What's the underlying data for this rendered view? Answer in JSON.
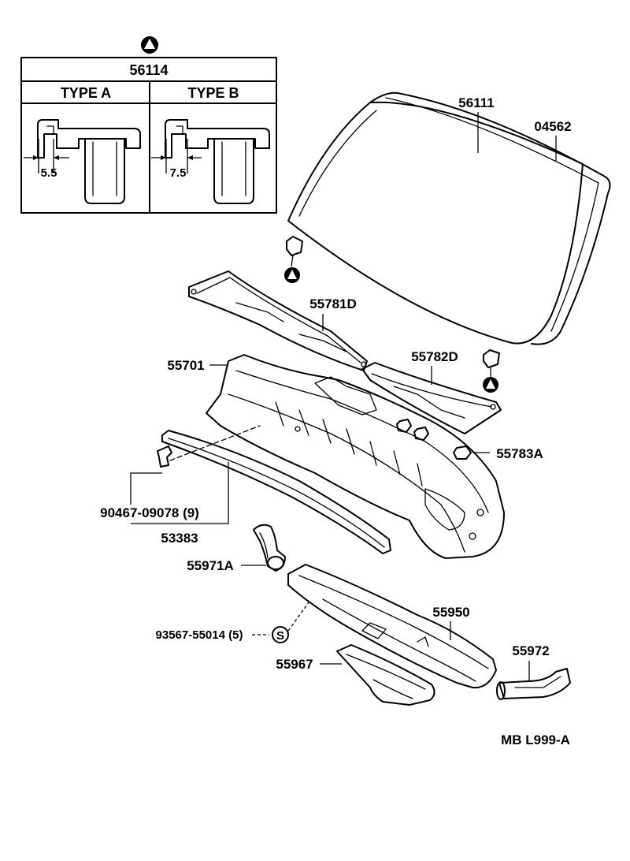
{
  "detail_box": {
    "part_no": "56114",
    "type_a": {
      "label": "TYPE  A",
      "dim": "5.5"
    },
    "type_b": {
      "label": "TYPE  B",
      "dim": "7.5"
    }
  },
  "labels": {
    "p56111": "56111",
    "p04562": "04562",
    "p55781d": "55781D",
    "p55782d": "55782D",
    "p55701": "55701",
    "p55783a": "55783A",
    "p90467": "90467-09078 (9)",
    "p53383": "53383",
    "p55971a": "55971A",
    "p93567": "93567-55014 (5)",
    "p55950": "55950",
    "p55972": "55972",
    "p55967": "55967",
    "s_mark": "S"
  },
  "footer": {
    "code": "MB  L999-A"
  },
  "colors": {
    "ink": "#000000",
    "paper": "#ffffff"
  },
  "icons": [
    "triangle-circle-marker-icon",
    "screw-marker-icon"
  ]
}
